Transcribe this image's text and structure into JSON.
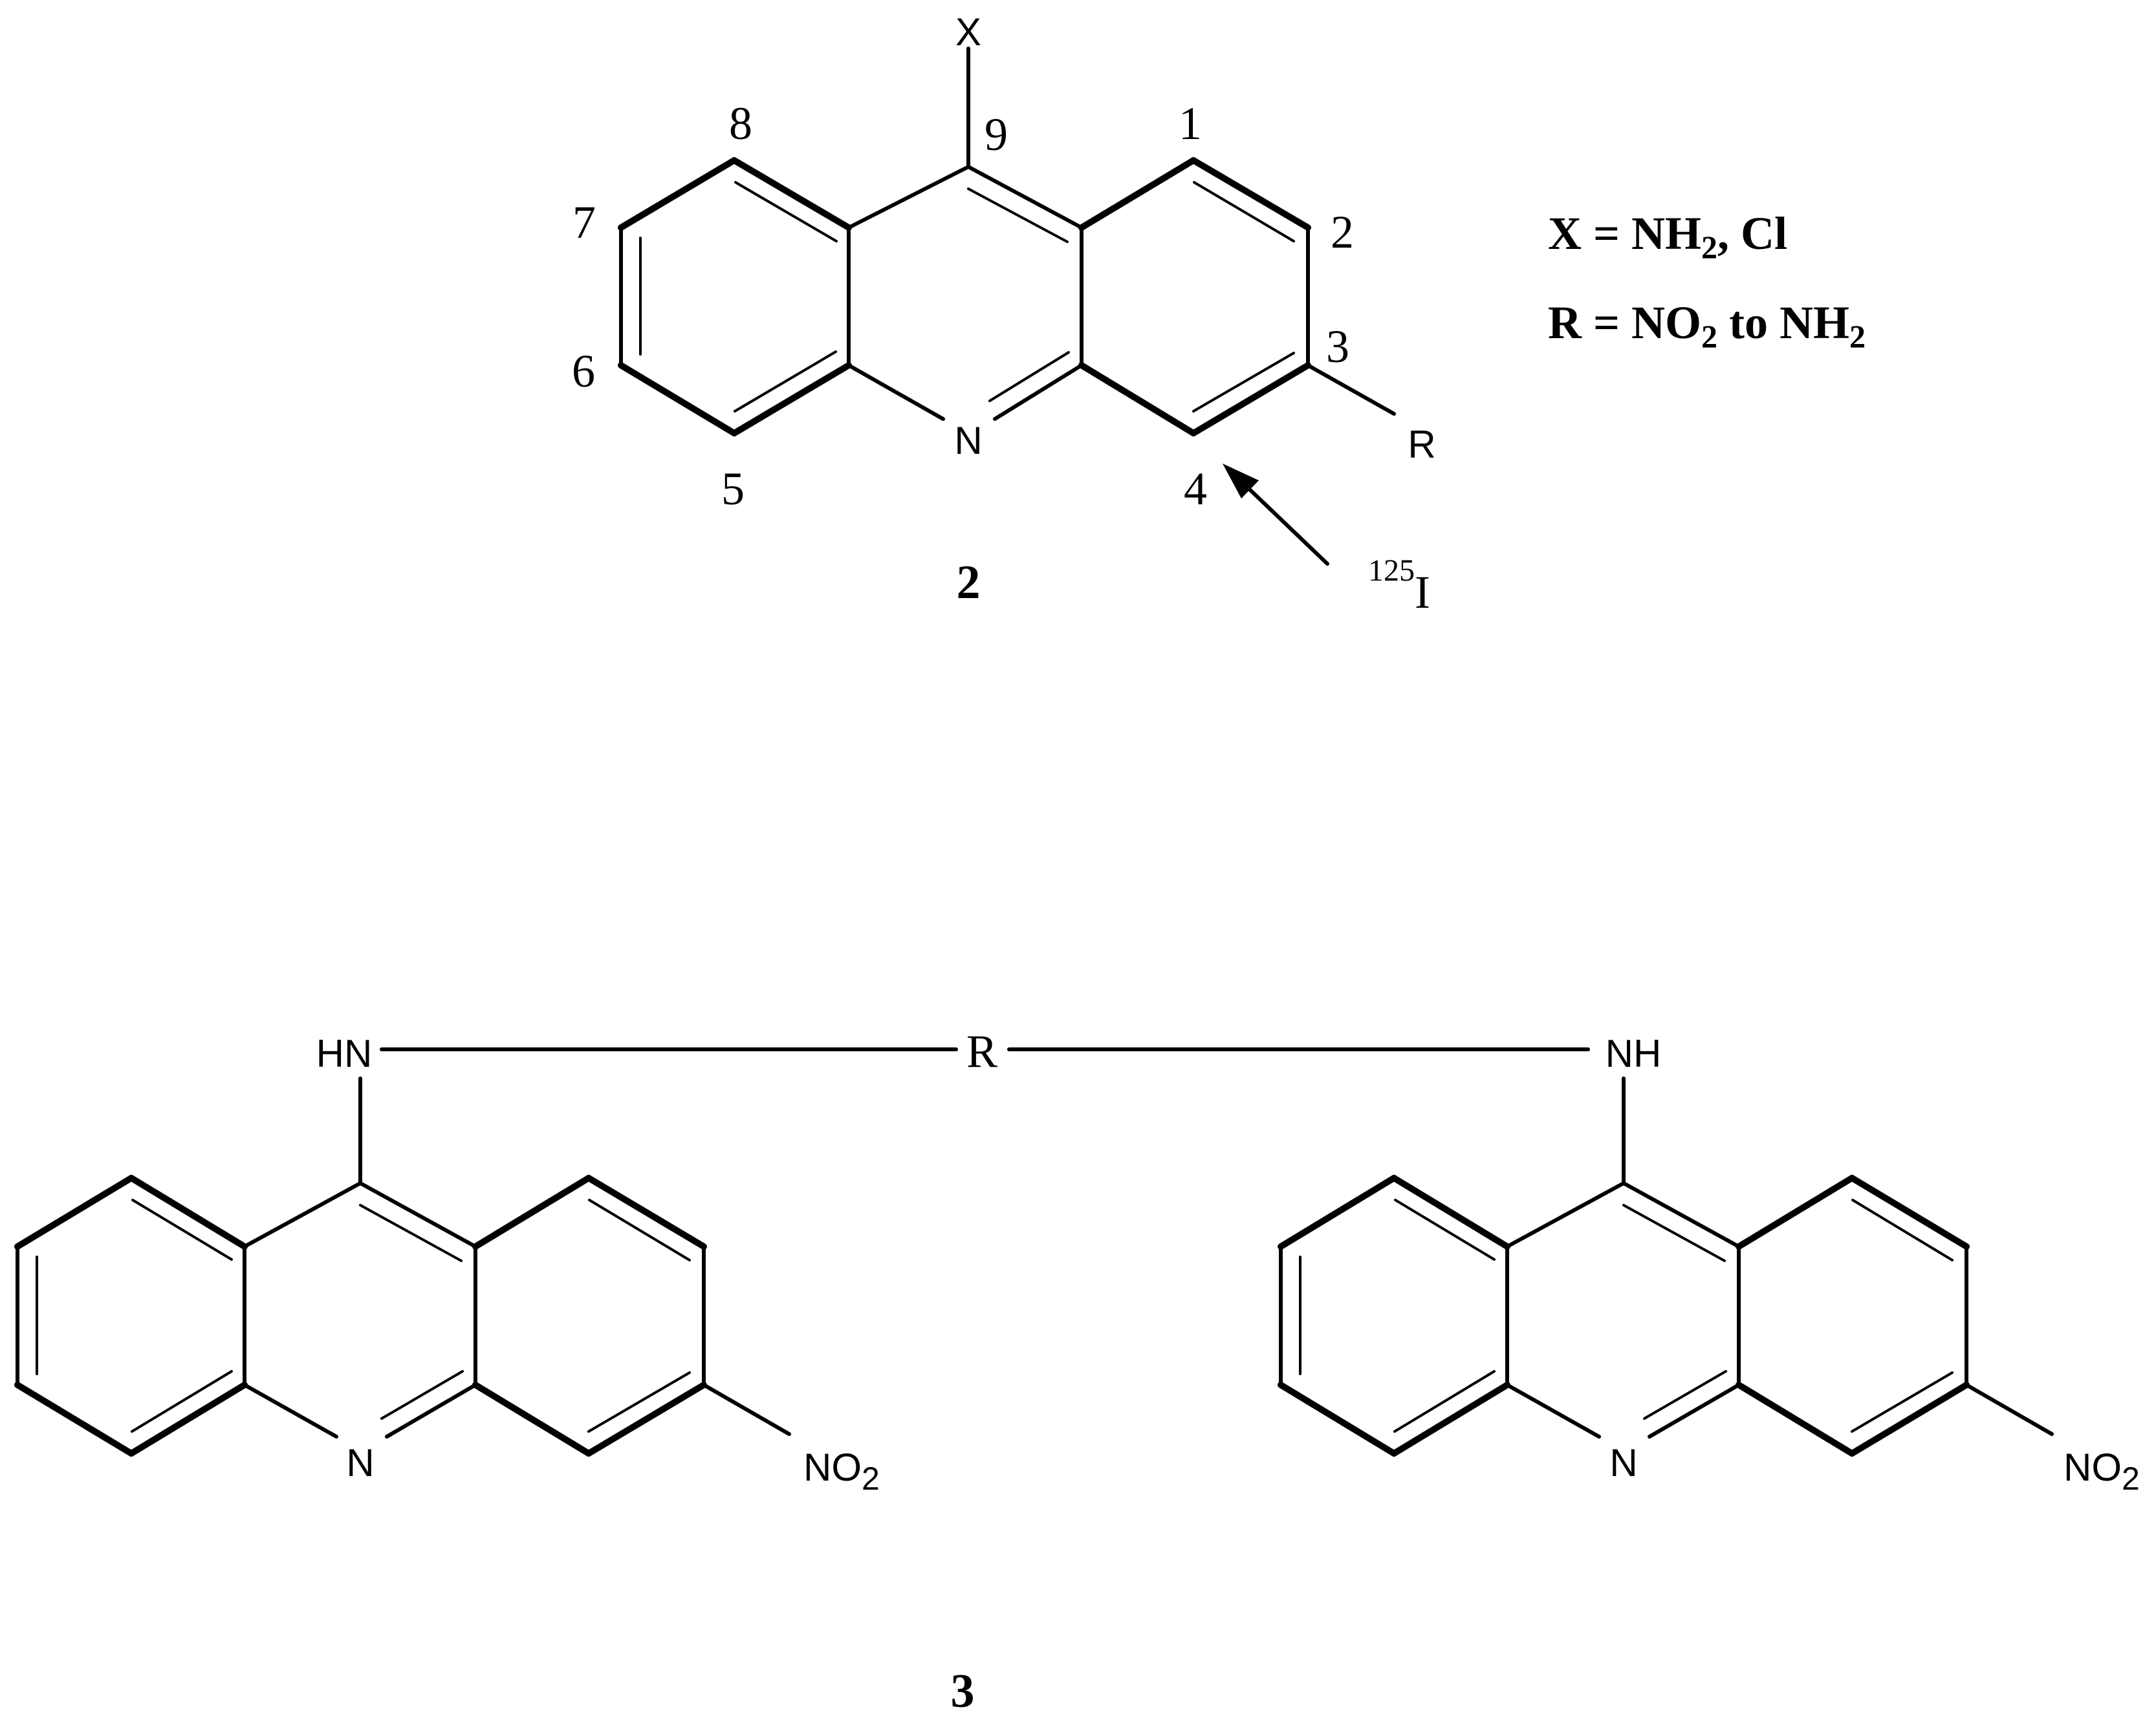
{
  "structure_2": {
    "compound_label": "2",
    "substituent_x": "X",
    "substituent_r": "R",
    "ring_nitrogen": "N",
    "positions": [
      "1",
      "2",
      "3",
      "4",
      "5",
      "6",
      "7",
      "8",
      "9"
    ],
    "isotope_mass": "125",
    "isotope_symbol": "I"
  },
  "legend": {
    "x_def": {
      "prefix": "X = NH",
      "sub": "2",
      "suffix": ", Cl"
    },
    "r_def": {
      "prefix": "R = NO",
      "sub1": "2",
      "mid": " to NH",
      "sub2": "2"
    }
  },
  "structure_3": {
    "compound_label": "3",
    "linker": "R",
    "left_amine": "HN",
    "right_amine": "NH",
    "ring_nitrogen": "N",
    "nitro_main": "NO",
    "nitro_sub": "2"
  }
}
